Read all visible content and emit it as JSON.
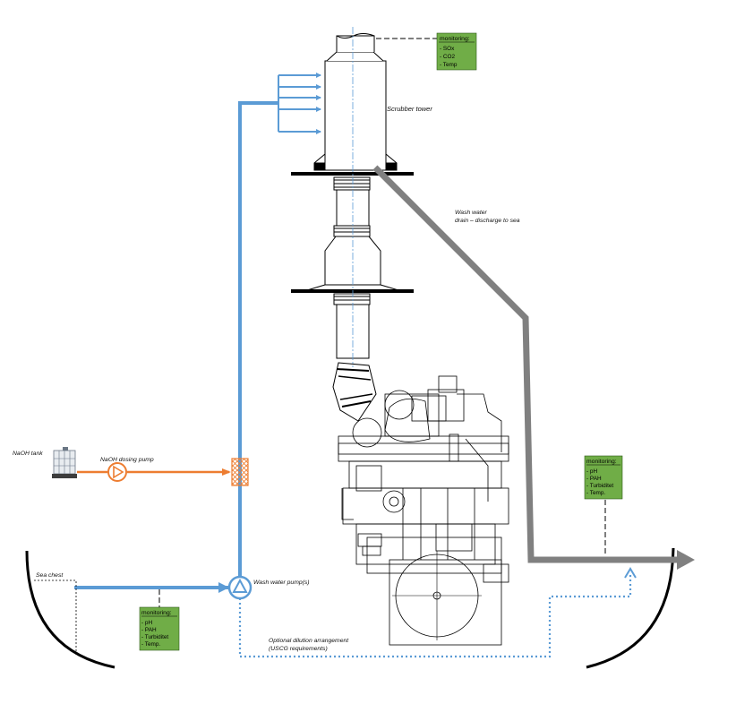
{
  "labels": {
    "scrubber_tower": "Scrubber tower",
    "wash_water_drain_l1": "Wash water",
    "wash_water_drain_l2": "drain – discharge  to sea",
    "naoh_tank": "NaOH tank",
    "naoh_dosing_pump": "NaOH dosing pump",
    "sea_chest": "Sea chest",
    "wash_water_pumps": "Wash water  pump(s)",
    "dilution_l1": "Optional dilution arrangement",
    "dilution_l2": "(USCG requirements)"
  },
  "monitoring_boxes": [
    {
      "id": "exhaust",
      "title": "monitoring:",
      "items": [
        "- SOx",
        "- CO2",
        "- Temp"
      ]
    },
    {
      "id": "discharge",
      "title": "monitoring:",
      "items": [
        "- pH",
        "- PAH",
        "- Turbiditet",
        "- Temp."
      ]
    },
    {
      "id": "inlet",
      "title": "monitoring:",
      "items": [
        "- pH",
        "- PAH",
        "- Turbiditet",
        "- Temp."
      ]
    }
  ],
  "colors": {
    "wash_water_line": "#5b9bd5",
    "naoh_line": "#ed7d31",
    "drain_line": "#808080",
    "monitoring_fill": "#70ad47",
    "equipment_outline": "#000000"
  }
}
